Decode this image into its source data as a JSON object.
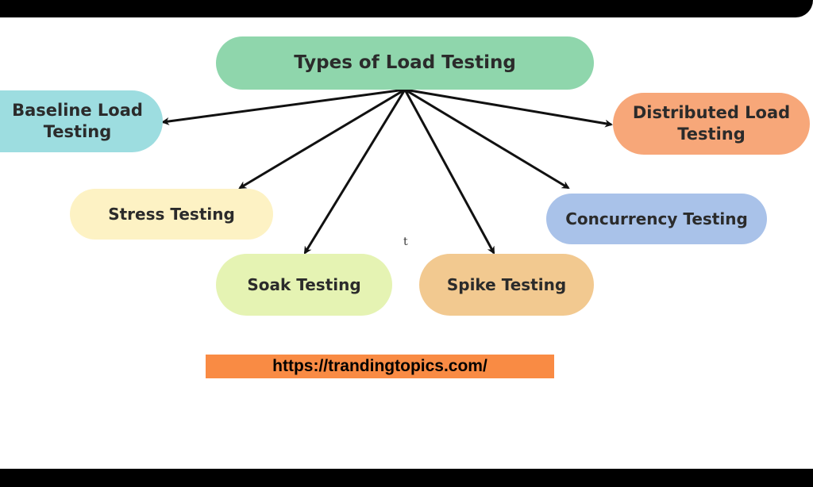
{
  "diagram": {
    "root": "Types of Load Testing",
    "children": [
      {
        "key": "baseline",
        "label": "Baseline Load Testing"
      },
      {
        "key": "distributed",
        "label": "Distributed Load Testing"
      },
      {
        "key": "stress",
        "label": "Stress Testing"
      },
      {
        "key": "concurrency",
        "label": "Concurrency Testing"
      },
      {
        "key": "soak",
        "label": "Soak Testing"
      },
      {
        "key": "spike",
        "label": "Spike Testing"
      }
    ]
  },
  "stray_text": "t",
  "footer": {
    "url": "https://trandingtopics.com/"
  }
}
